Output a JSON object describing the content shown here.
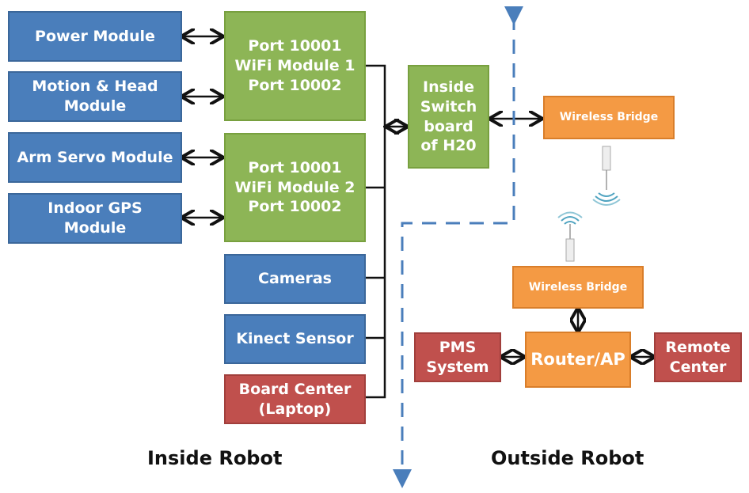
{
  "inside": {
    "power": "Power Module",
    "motion": "Motion & Head\nModule",
    "arm": "Arm Servo Module",
    "gps": "Indoor GPS\nModule",
    "wifi1": "Port 10001\nWiFi Module 1\nPort 10002",
    "wifi2": "Port 10001\nWiFi Module 2\nPort 10002",
    "cameras": "Cameras",
    "kinect": "Kinect Sensor",
    "board": "Board Center\n(Laptop)",
    "switch": "Inside\nSwitch\nboard\nof H20",
    "title": "Inside Robot"
  },
  "outside": {
    "bridge1": "Wireless Bridge",
    "bridge2": "Wireless Bridge",
    "router": "Router/AP",
    "pms": "PMS\nSystem",
    "remote": "Remote\nCenter",
    "title": "Outside Robot"
  },
  "colors": {
    "module_blue": "#4a7ebb",
    "wifi_green": "#8db556",
    "system_red": "#c0504d",
    "network_orange": "#f49a44",
    "boundary_dash": "#4a7ebb"
  }
}
